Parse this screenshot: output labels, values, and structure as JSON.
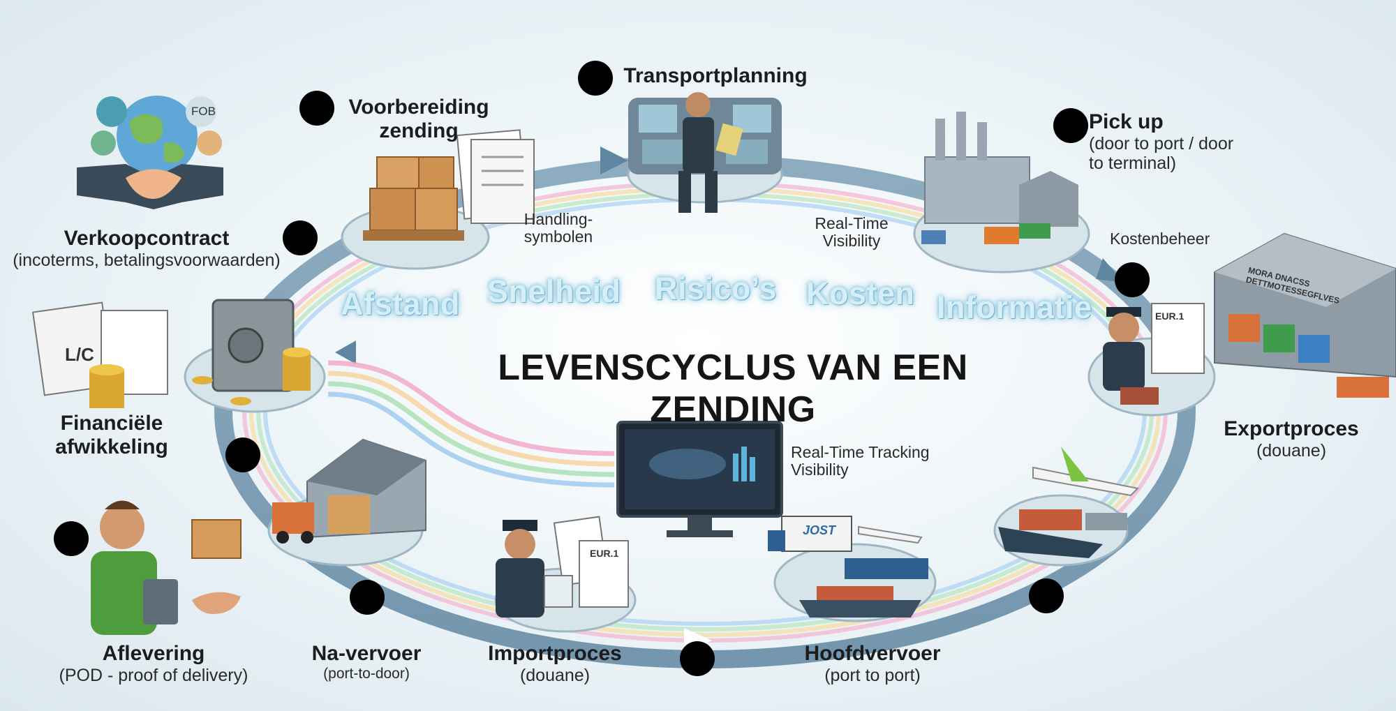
{
  "title": "LEVENSCYCLUS VAN EEN ZENDING",
  "factors": [
    "Afstand",
    "Snelheid",
    "Risico’s",
    "Kosten",
    "Informatie"
  ],
  "steps": {
    "verkoopcontract": {
      "title": "Verkoopcontract",
      "sub": "(incoterms, betalingsvoorwaarden)"
    },
    "voorbereiding": {
      "title_l1": "Voorbereiding",
      "title_l2": "zending"
    },
    "transportplanning": {
      "title": "Transportplanning"
    },
    "pickup": {
      "title": "Pick up",
      "sub_l1": "(door to port / door",
      "sub_l2": "to terminal)"
    },
    "exportproces": {
      "title": "Exportproces",
      "sub": "(douane)"
    },
    "hoofdvervoer": {
      "title": "Hoofdvervoer",
      "sub": "(port to port)"
    },
    "importproces": {
      "title": "Importproces",
      "sub": "(douane)"
    },
    "navervoer": {
      "title": "Na-vervoer",
      "sub": "(port-to-door)"
    },
    "aflevering": {
      "title": "Aflevering",
      "sub": "(POD - proof of delivery)"
    },
    "financiele": {
      "title_l1": "Financiële",
      "title_l2": "afwikkeling"
    }
  },
  "notes": {
    "handling_l1": "Handling-",
    "handling_l2": "symbolen",
    "realtime_l1": "Real-Time",
    "realtime_l2": "Visibility",
    "kostenbeheer": "Kostenbeheer",
    "tracking_l1": "Real-Time Tracking",
    "tracking_l2": "Visibility"
  },
  "icon_texts": {
    "fob": "FOB",
    "lc": "L/C",
    "eur1": "EUR.1",
    "warehouse_sign": "MORA DNACSS DETTMOTESSEGFLVES",
    "truck_brand": "JOST"
  }
}
